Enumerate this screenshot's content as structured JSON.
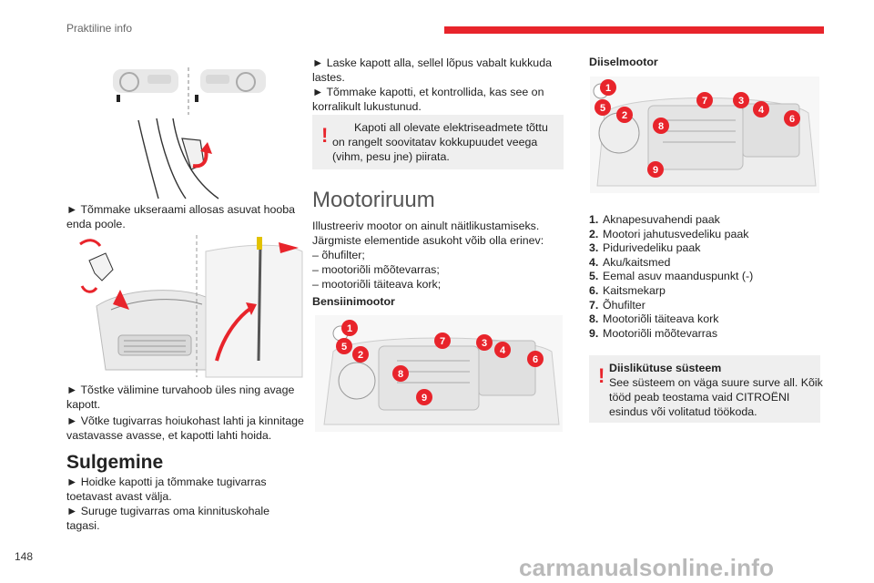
{
  "header": {
    "title": "Praktiline info",
    "accent": "#e8242b"
  },
  "page_number": "148",
  "watermark": "carmanualsonline.info",
  "col1": {
    "step1": "► Tõmmake ukseraami allosas asuvat hooba enda poole.",
    "step2": "► Tõstke välimine turvahoob üles ning avage kapott.",
    "step3": "► Võtke tugivarras hoiukohast lahti ja kinnitage vastavasse avasse, et kapotti lahti hoida.",
    "closing_title": "Sulgemine",
    "closing1": "► Hoidke kapotti ja tõmmake tugivarras toetavast avast välja.",
    "closing2": "► Suruge tugivarras oma kinnituskohale tagasi."
  },
  "col2": {
    "step_lower1": "► Laske kapott alla, sellel lõpus vabalt kukkuda lastes.",
    "step_lower2": "► Tõmmake kapotti, et kontrollida, kas see on korralikult lukustunud.",
    "warning": "Kapoti all olevate elektriseadmete tõttu on rangelt soovitatav kokkupuudet veega (vihm, pesu jne) piirata.",
    "section_title": "Mootoriruum",
    "intro": "Illustreeriv mootor on ainult näitlikustamiseks. Järgmiste elementide asukoht võib olla erinev:",
    "bullets": [
      "– õhufilter;",
      "– mootoriõli mõõtevarras;",
      "– mootoriõli täiteava kork;"
    ],
    "petrol_title": "Bensiinimootor"
  },
  "col3": {
    "diesel_title": "Diiselmootor",
    "items": [
      {
        "n": "1.",
        "label": "Aknapesuvahendi paak"
      },
      {
        "n": "2.",
        "label": "Mootori jahutusvedeliku paak"
      },
      {
        "n": "3.",
        "label": "Pidurivedeliku paak"
      },
      {
        "n": "4.",
        "label": "Aku/kaitsmed"
      },
      {
        "n": "5.",
        "label": "Eemal asuv maanduspunkt (-)"
      },
      {
        "n": "6.",
        "label": "Kaitsmekarp"
      },
      {
        "n": "7.",
        "label": "Õhufilter"
      },
      {
        "n": "8.",
        "label": "Mootoriõli täiteava kork"
      },
      {
        "n": "9.",
        "label": "Mootoriõli mõõtevarras"
      }
    ],
    "diesel_warning_title": "Diislikütuse süsteem",
    "diesel_warning_text": "See süsteem on väga suure surve all. Kõik tööd peab teostama vaid CITROËNI esindus või volitatud töökoda."
  },
  "diagram_labels": [
    "1",
    "2",
    "3",
    "4",
    "5",
    "6",
    "7",
    "8",
    "9"
  ]
}
